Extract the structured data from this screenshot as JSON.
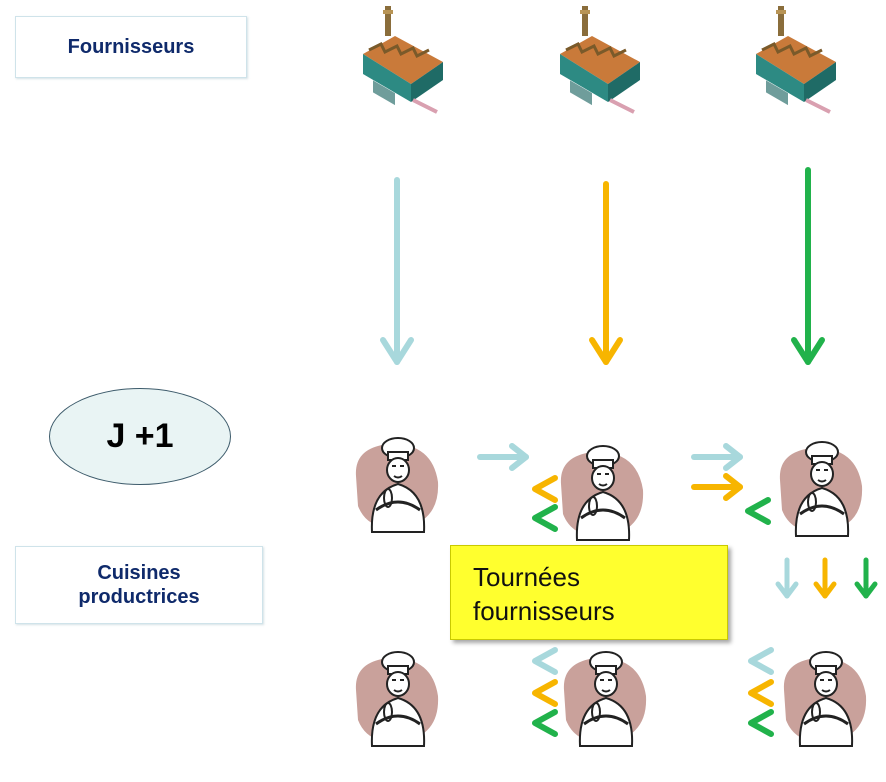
{
  "labels": {
    "suppliers": "Fournisseurs",
    "kitchens_line1": "Cuisines",
    "kitchens_line2": "productrices",
    "day": "J +1",
    "rounds_line1": "Tournées",
    "rounds_line2": "fournisseurs"
  },
  "colors": {
    "light_blue": "#a8d8dc",
    "orange": "#f7b500",
    "green": "#21b24b",
    "label_text": "#0f2a6b",
    "note_bg": "#ffff2e"
  },
  "icons": {
    "supplier": "factory-icon",
    "kitchen": "chef-icon"
  }
}
